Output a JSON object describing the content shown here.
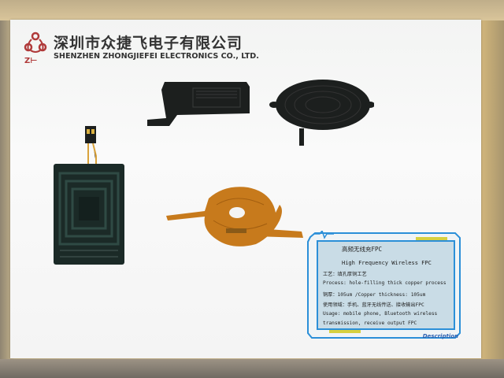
{
  "company": {
    "name_cn": "深圳市众捷飞电子有限公司",
    "name_en": "SHENZHEN ZHONGJIEFEI ELECTRONICS CO., LTD.",
    "logo_text": "ZJF"
  },
  "card": {
    "title_cn": "高频无线充FPC",
    "title_en": "High Frequency Wireless FPC",
    "process_cn": "工艺：填孔厚铜工艺",
    "process_en": "Process: hole-filling thick copper process",
    "thickness": "铜厚：105um /Copper thickness: 105um",
    "usage_cn": "使用领域：手机、蓝牙无线传送、接收输出FPC",
    "usage_en_1": "Usage: mobile phone, Bluetooth wireless",
    "usage_en_2": "transmission, receive output FPC",
    "label": "Description"
  },
  "colors": {
    "accent": "#2b8fd8",
    "fpc_black": "#1c1f1e",
    "fpc_amber": "#c77a1c"
  }
}
